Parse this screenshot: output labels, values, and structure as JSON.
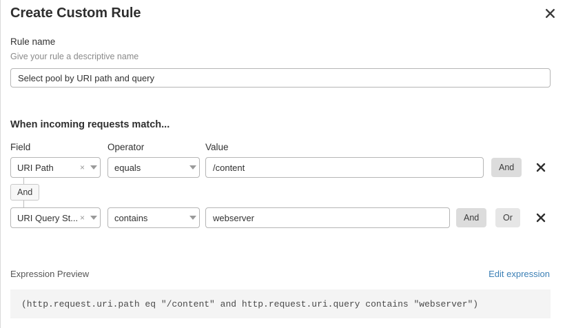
{
  "dialog": {
    "title": "Create Custom Rule",
    "close_icon": "close-icon"
  },
  "rule_name": {
    "label": "Rule name",
    "hint": "Give your rule a descriptive name",
    "value": "Select pool by URI path and query",
    "placeholder": "Select pool by URI path and query"
  },
  "conditions_section": {
    "heading": "When incoming requests match...",
    "columns": {
      "field": "Field",
      "operator": "Operator",
      "value": "Value"
    },
    "connector": {
      "label": "And"
    },
    "rows": [
      {
        "field": "URI Path",
        "operator": "equals",
        "value": "/content",
        "and_label": "And",
        "delete_icon": "close-icon",
        "clear_icon": "clear-icon",
        "caret_icon": "chevron-down-icon"
      },
      {
        "field": "URI Query St...",
        "operator": "contains",
        "value": "webserver",
        "and_label": "And",
        "or_label": "Or",
        "delete_icon": "close-icon",
        "clear_icon": "clear-icon",
        "caret_icon": "chevron-down-icon"
      }
    ]
  },
  "expression_preview": {
    "label": "Expression Preview",
    "edit_link": "Edit expression",
    "expression": "(http.request.uri.path eq \"/content\" and http.request.uri.query contains \"webserver\")"
  },
  "colors": {
    "accent_link": "#3b7fb5",
    "button_selected": "#dcdcdc",
    "button_unselected": "#e6e6e6",
    "code_background": "#f4f4f4"
  }
}
